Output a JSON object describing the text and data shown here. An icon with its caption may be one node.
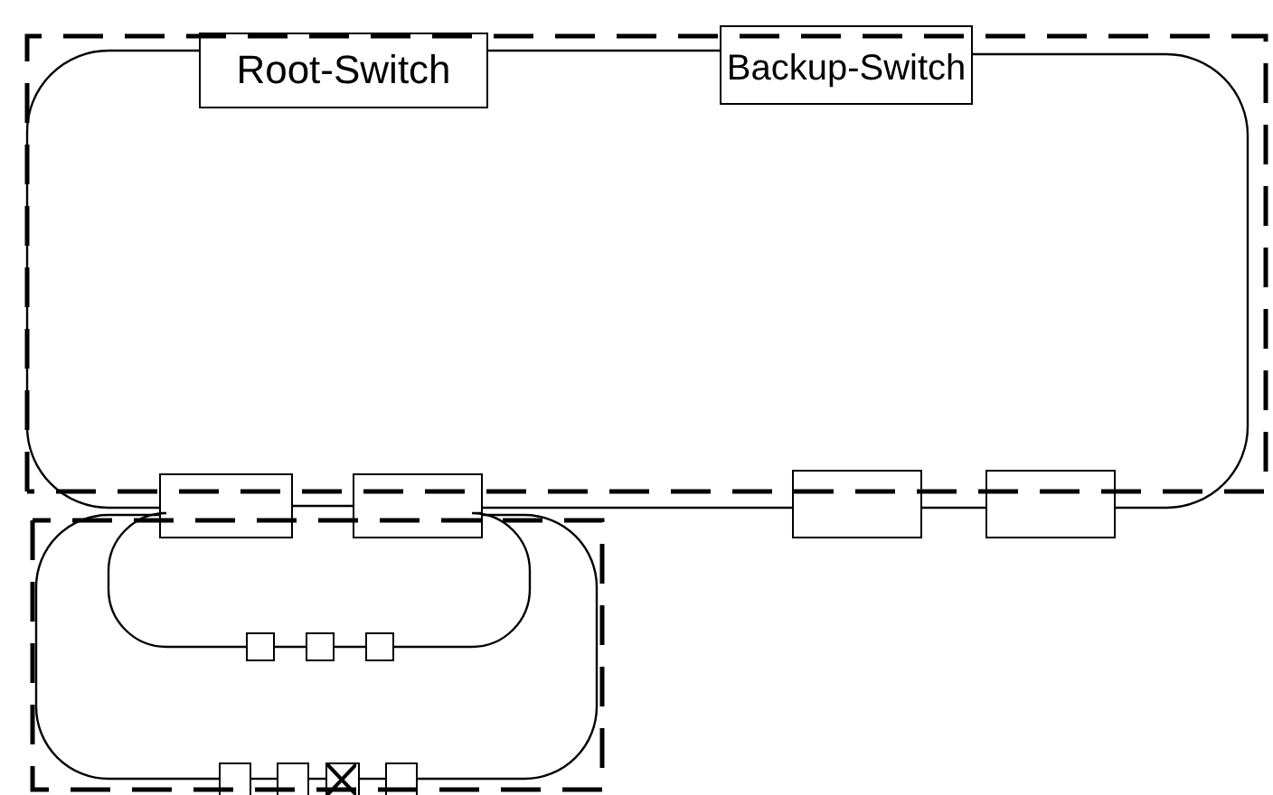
{
  "diagram": {
    "nodes": [
      {
        "text": [
          "Root-Switch"
        ]
      },
      {
        "text": [
          "Backup-Switch"
        ]
      },
      {
        "text": [],
        "shape": "box"
      },
      {
        "text": [],
        "shape": "box"
      },
      {
        "text": [],
        "shape": "box"
      },
      {
        "text": [],
        "shape": "box"
      },
      {
        "text": [],
        "shape": "box"
      },
      {
        "text": [],
        "shape": "box"
      },
      {
        "text": [],
        "shape": "box"
      },
      {
        "text": [],
        "shape": "box"
      },
      {
        "text": [],
        "shape": "box"
      },
      {
        "text": [],
        "shape": "box"
      },
      {
        "text": [],
        "shape": "box"
      }
    ],
    "edges": [
      {
        "from": 0,
        "to": 1,
        "arrow": "none"
      },
      {
        "from": 0,
        "to": 2,
        "arrow": "none"
      },
      {
        "from": 2,
        "to": 3,
        "arrow": "none"
      },
      {
        "from": 3,
        "to": 4,
        "arrow": "none"
      },
      {
        "from": 4,
        "to": 5,
        "arrow": "none"
      },
      {
        "from": 1,
        "to": 5,
        "arrow": "none"
      },
      {
        "from": 2,
        "to": 6,
        "arrow": "none"
      },
      {
        "from": 6,
        "to": 7,
        "arrow": "none"
      },
      {
        "from": 7,
        "to": 8,
        "arrow": "none"
      },
      {
        "from": 8,
        "to": 3,
        "arrow": "none"
      },
      {
        "from": 2,
        "to": 9,
        "arrow": "none"
      },
      {
        "from": 9,
        "to": 10,
        "arrow": "none"
      },
      {
        "from": 10,
        "to": 11,
        "arrow": "none"
      },
      {
        "from": 11,
        "to": 12,
        "arrow": "none"
      },
      {
        "from": 12,
        "to": 3,
        "arrow": "none"
      }
    ]
  }
}
